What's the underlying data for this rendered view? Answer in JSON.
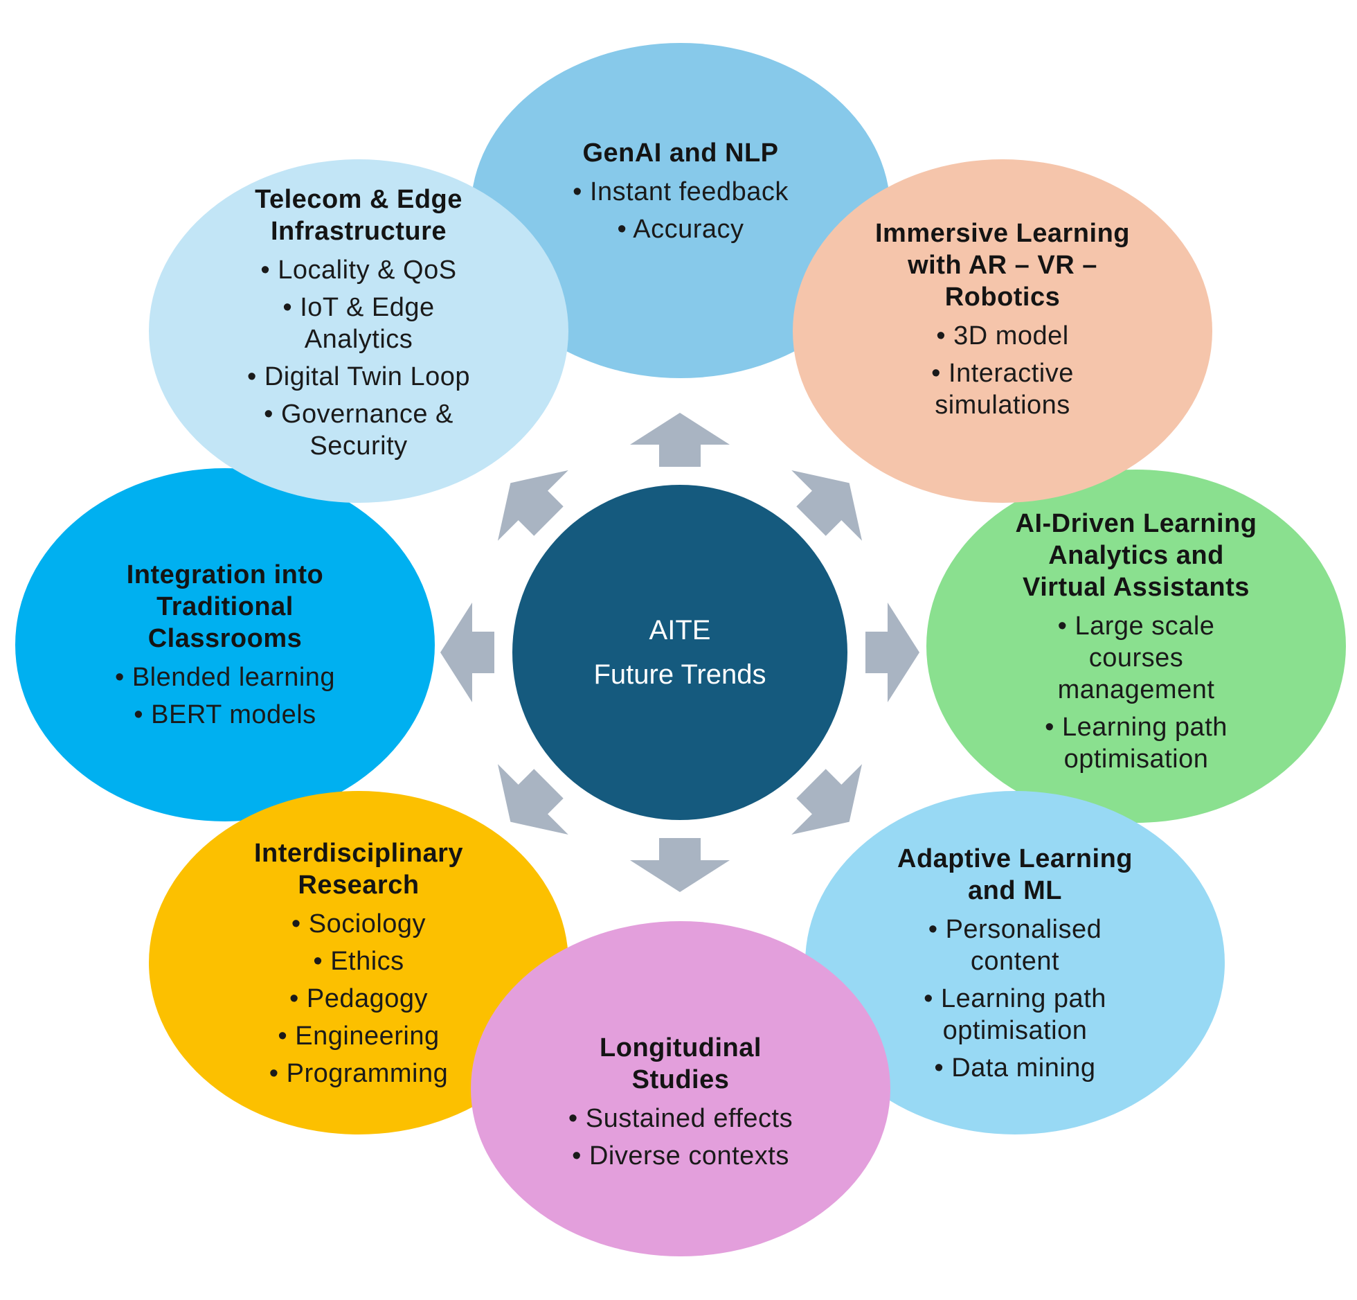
{
  "center": {
    "line1": "AITE",
    "line2": "Future Trends",
    "color": "#155A7E"
  },
  "arrow_color": "#A9B4C2",
  "nodes": [
    {
      "id": "genai-nlp",
      "title": "GenAI and NLP",
      "bullets": [
        "• Instant feedback",
        "• Accuracy"
      ],
      "color": "#87C9EA"
    },
    {
      "id": "immersive-learning",
      "title": "Immersive Learning\nwith AR – VR –\nRobotics",
      "bullets": [
        "• 3D model",
        "• Interactive\nsimulations"
      ],
      "color": "#F5C5AB"
    },
    {
      "id": "ai-driven-analytics",
      "title": "AI-Driven Learning\nAnalytics and\nVirtual Assistants",
      "bullets": [
        "• Large scale\ncourses\nmanagement",
        "• Learning path\noptimisation"
      ],
      "color": "#8AE08F"
    },
    {
      "id": "adaptive-learning",
      "title": "Adaptive Learning\nand ML",
      "bullets": [
        "• Personalised\ncontent",
        "• Learning path\noptimisation",
        "• Data mining"
      ],
      "color": "#98D9F4"
    },
    {
      "id": "longitudinal-studies",
      "title": "Longitudinal\nStudies",
      "bullets": [
        "• Sustained effects",
        "• Diverse contexts"
      ],
      "color": "#E39FDC"
    },
    {
      "id": "interdisciplinary-research",
      "title": "Interdisciplinary\nResearch",
      "bullets": [
        "• Sociology",
        "• Ethics",
        "• Pedagogy",
        "• Engineering",
        "• Programming"
      ],
      "color": "#FCC000"
    },
    {
      "id": "integration-classrooms",
      "title": "Integration into\nTraditional\nClassrooms",
      "bullets": [
        "• Blended learning",
        "• BERT models"
      ],
      "color": "#00B0F0"
    },
    {
      "id": "telecom-edge",
      "title": "Telecom & Edge\nInfrastructure",
      "bullets": [
        "• Locality & QoS",
        "• IoT & Edge\nAnalytics",
        "• Digital Twin Loop",
        "• Governance &\nSecurity"
      ],
      "color": "#C2E5F6"
    }
  ]
}
